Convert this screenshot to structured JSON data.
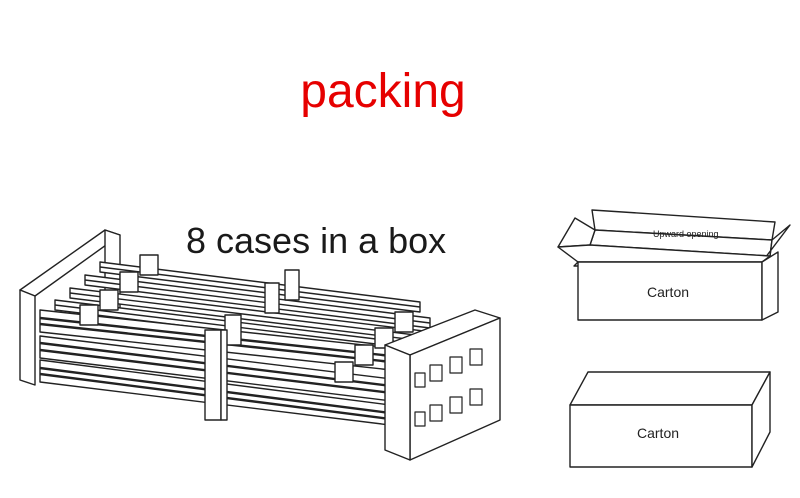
{
  "title": "packing",
  "subtitle": "8 cases in a box",
  "open_box": {
    "lid_label": "Upward opening",
    "label": "Carton"
  },
  "closed_box": {
    "label": "Carton"
  },
  "colors": {
    "title": "#e60000",
    "line": "#222222"
  }
}
